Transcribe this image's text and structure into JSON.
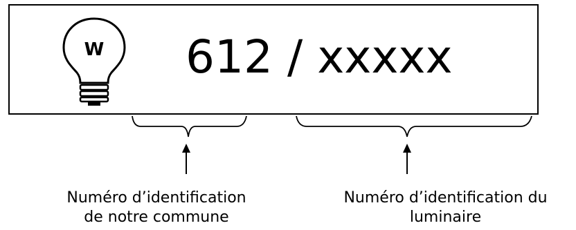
{
  "plate": {
    "icon_letter": "W",
    "code_prefix": "612",
    "separator": "/",
    "code_suffix": "xxxxx"
  },
  "labels": {
    "commune_line1": "Numéro d’identification",
    "commune_line2": "de notre commune",
    "luminaire_line1": "Numéro d’identification du",
    "luminaire_line2": "luminaire"
  },
  "icons": {
    "bulb": "light-bulb-icon",
    "arrow": "arrow-up-icon",
    "brace": "curly-brace-icon"
  }
}
